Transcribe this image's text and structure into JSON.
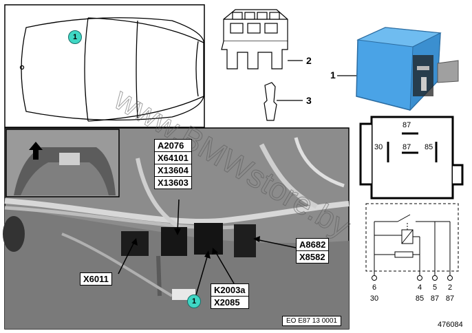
{
  "top_left_badge": "1",
  "parts": {
    "part_2": "2",
    "part_3": "3",
    "part_1": "1"
  },
  "relay_symbol": {
    "pin_87_top": "87",
    "pin_30": "30",
    "pin_87_mid": "87",
    "pin_85": "85"
  },
  "wiring": {
    "pin_numbers": [
      "6",
      "4",
      "5",
      "2"
    ],
    "pin_terminals": [
      "30",
      "85",
      "87",
      "87"
    ]
  },
  "photo_labels": {
    "connector_stack": [
      "A2076",
      "X64101",
      "X13604",
      "X13603"
    ],
    "x6011": "X6011",
    "a8682": "A8682",
    "x8582": "X8582",
    "k2003a": "K2003a",
    "x2085": "X2085",
    "photo_badge": "1",
    "caption": "EO E87 13 0001"
  },
  "watermark": "www.BMWstore.by",
  "image_number": "476084",
  "colors": {
    "badge": "#3fd7c4",
    "relay_body": "#4aa3e6",
    "photo_bg": "#8c8c8c"
  }
}
